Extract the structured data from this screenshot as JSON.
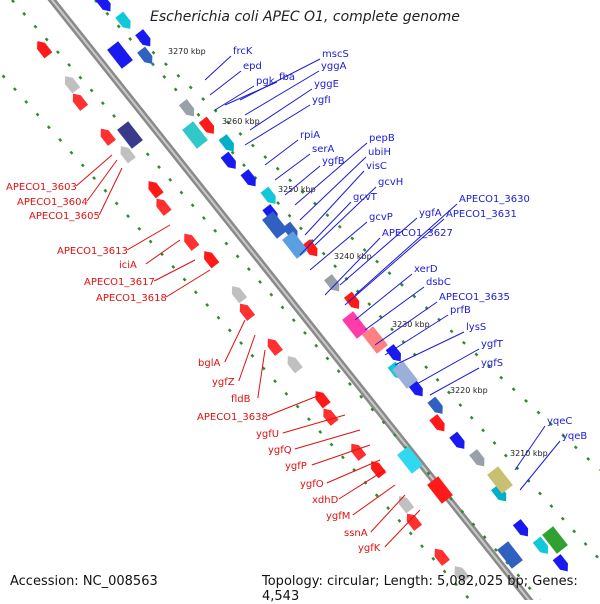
{
  "title": "Escherichia coli APEC O1, complete genome",
  "footer": {
    "accession": "Accession: NC_008563",
    "stats": "Topology: circular; Length: 5,082,025 bp; Genes: 4,543"
  },
  "kbp_ticks": [
    "3270 kbp",
    "3260 kbp",
    "3250 kbp",
    "3240 kbp",
    "3230 kbp",
    "3220 kbp",
    "3210 kbp"
  ],
  "genes_forward": [
    "frcK",
    "epd",
    "pgk",
    "fba",
    "mscS",
    "yggA",
    "yggE",
    "ygfI",
    "rpiA",
    "serA",
    "ygfB",
    "pepB",
    "ubiH",
    "visC",
    "gcvH",
    "gcvT",
    "gcvP",
    "ygfA",
    "APECO1_3630",
    "APECO1_3631",
    "APECO1_3627",
    "xerD",
    "dsbC",
    "APECO1_3635",
    "prfB",
    "lysS",
    "ygfT",
    "ygfS",
    "yqeC",
    "yqeB"
  ],
  "genes_reverse": [
    "APECO1_3603",
    "APECO1_3604",
    "APECO1_3605",
    "APECO1_3613",
    "iciA",
    "APECO1_3617",
    "APECO1_3618",
    "bglA",
    "ygfZ",
    "fldB",
    "APECO1_3638",
    "ygfU",
    "ygfQ",
    "ygfP",
    "ygfO",
    "xdhD",
    "ygfM",
    "ssnA",
    "ygfK"
  ],
  "colors": {
    "forward_label": "#1b1bd6",
    "reverse_label": "#e01010",
    "backbone": "#8a8a8a",
    "tick_dots": "#2e8b2e"
  }
}
